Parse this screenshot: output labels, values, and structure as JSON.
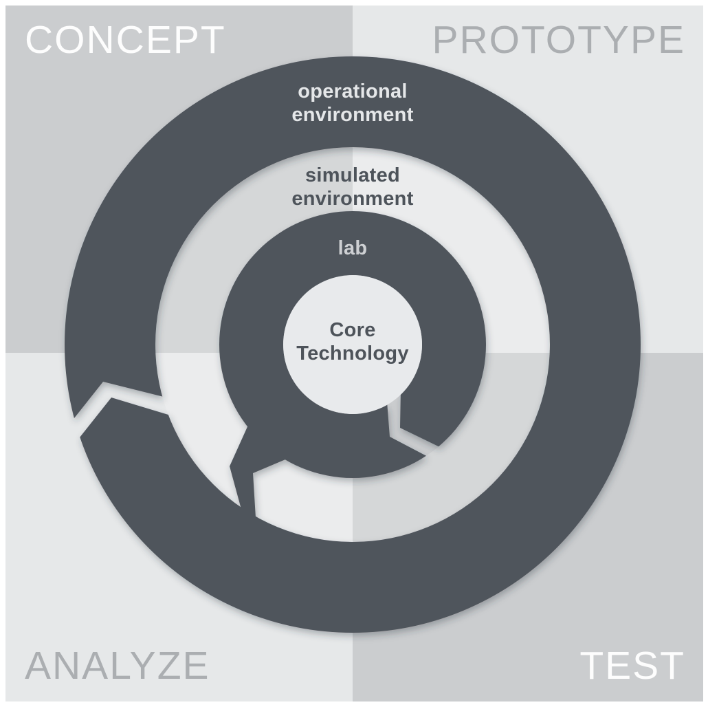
{
  "diagram": {
    "type": "spiral-development-process",
    "quadrants": {
      "top_left": "CONCEPT",
      "top_right": "PROTOTYPE",
      "bottom_left": "ANALYZE",
      "bottom_right": "TEST"
    },
    "rings": {
      "outer_line1": "operational",
      "outer_line2": "environment",
      "middle_line1": "simulated",
      "middle_line2": "environment",
      "inner": "lab",
      "core_line1": "Core",
      "core_line2": "Technology"
    }
  },
  "colors": {
    "spiral_dark": "#4f545c",
    "quadrant_dark": "#cbcdcf",
    "quadrant_light": "#e6e8e9",
    "core_fill": "#e8eaec",
    "label_white": "#fdfdfd",
    "label_gray": "#abaeb1",
    "outer_ring_text": "#e5e7e9",
    "inner_ring_text": "#ced0d3",
    "dark_text": "#4d535a",
    "page_border": "#ffffff"
  }
}
